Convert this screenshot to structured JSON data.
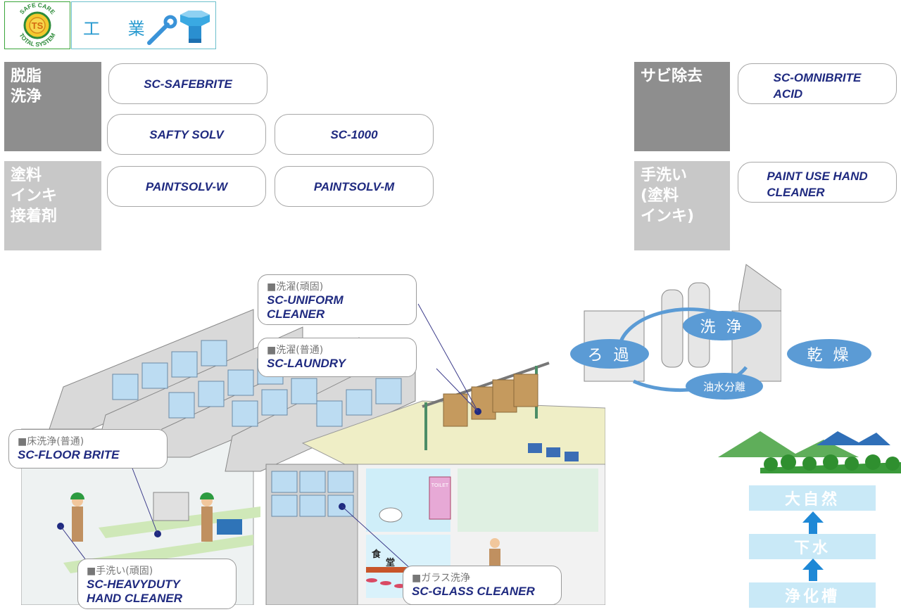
{
  "header": {
    "logo_ring_top": "SAFE CARE",
    "logo_ring_bottom": "TOTAL SYSTEM",
    "logo_center": "TS",
    "title": "工 業"
  },
  "categories": {
    "degreasing": "脱脂\n洗浄",
    "paint": "塗料\nインキ\n接着剤",
    "rust": "サビ除去",
    "hand": "手洗い\n(塗料\nインキ)"
  },
  "products": {
    "safebrite": "SC-SAFEBRITE",
    "safty_solv": "SAFTY SOLV",
    "sc1000": "SC-1000",
    "paintsolv_w": "PAINTSOLV-W",
    "paintsolv_m": "PAINTSOLV-M",
    "omnibrite": "SC-OMNIBRITE\n      ACID",
    "paint_hand": "PAINT USE HAND\n        CLEANER"
  },
  "callouts": {
    "uniform_cap": "■洗濯(頑固)",
    "uniform": "SC-UNIFORM\n       CLEANER",
    "laundry_cap": "■洗濯(普通)",
    "laundry": "SC-LAUNDRY",
    "floor_cap": "■床洗浄(普通)",
    "floor": "SC-FLOOR BRITE",
    "hand_cap": "■手洗い(頑固)",
    "hand": "SC-HEAVYDUTY\n   HAND  CLEANER",
    "glass_cap": "■ガラス洗浄",
    "glass": "SC-GLASS CLEANER"
  },
  "building": {
    "toilet": "TOILET",
    "cafeteria_1": "食",
    "cafeteria_2": "堂"
  },
  "machine_cycle": {
    "filter": "ろ 過",
    "wash": "洗 浄",
    "dry": "乾 燥",
    "separate": "油水分離"
  },
  "flow": {
    "nature": "大自然",
    "sewer": "下水",
    "septic": "浄化槽"
  },
  "colors": {
    "category_dark": "#8e8e8e",
    "category_light": "#c8c8c8",
    "product_text": "#1f2a80",
    "cycle_blue": "#5b9bd5",
    "flow_box": "#c9e9f7",
    "flow_arrow": "#1e88d6"
  }
}
